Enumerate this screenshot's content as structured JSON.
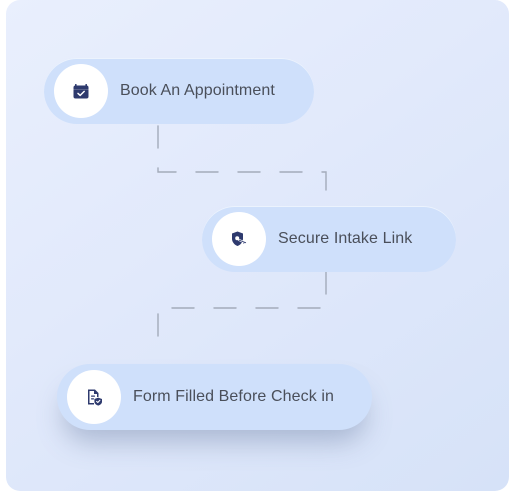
{
  "steps": [
    {
      "label": "Book An Appointment",
      "icon": "calendar-check-icon"
    },
    {
      "label": "Secure Intake Link",
      "icon": "shield-key-icon"
    },
    {
      "label": "Form Filled Before Check in",
      "icon": "document-shield-icon"
    }
  ],
  "colors": {
    "icon": "#2e3a6e",
    "pill": "#cfe0fb",
    "connector": "#9aa3b2"
  }
}
